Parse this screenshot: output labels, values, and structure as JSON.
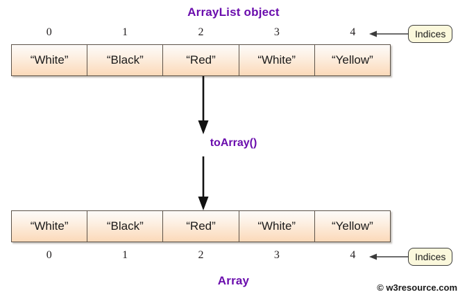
{
  "diagram": {
    "top_title": "ArrayList object",
    "bottom_title": "Array",
    "operation_label": "toArray()",
    "accent_color": "#6a0dad",
    "cell_fill_color": "#fbd9b9",
    "callout_fill_color": "#fbf8dc"
  },
  "arraylist": {
    "indices": [
      "0",
      "1",
      "2",
      "3",
      "4"
    ],
    "values": [
      "“White”",
      "“Black”",
      "“Red”",
      "“White”",
      "“Yellow”"
    ]
  },
  "array": {
    "indices": [
      "0",
      "1",
      "2",
      "3",
      "4"
    ],
    "values": [
      "“White”",
      "“Black”",
      "“Red”",
      "“White”",
      "“Yellow”"
    ]
  },
  "callouts": {
    "top_label": "Indices",
    "bottom_label": "Indices"
  },
  "footer": {
    "credit": "© w3resource.com"
  }
}
